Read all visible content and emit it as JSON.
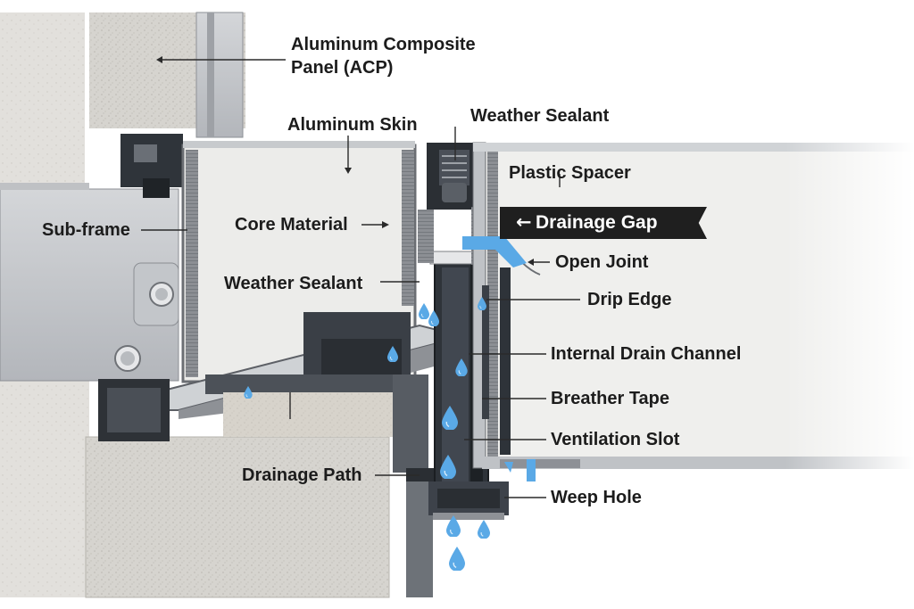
{
  "labels": {
    "acp_line1": "Aluminum Composite",
    "acp_line2": "Panel (ACP)",
    "aluminum_skin": "Aluminum Skin",
    "weather_sealant_top": "Weather Sealant",
    "plastic_spacer": "Plastic Spacer",
    "drainage_gap": "Drainage Gap",
    "sub_frame": "Sub-frame",
    "core_material": "Core Material",
    "open_joint": "Open Joint",
    "weather_sealant_left": "Weather Sealant",
    "drip_edge": "Drip Edge",
    "internal_drain_channel": "Internal Drain Channel",
    "breather_tape": "Breather Tape",
    "ventilation_slot": "Ventilation Slot",
    "drainage_path": "Drainage Path",
    "weep_hole": "Weep Hole"
  },
  "colors": {
    "label_text": "#1c1c1c",
    "banner_bg": "#1f1f1f",
    "water": "#5aa9e6",
    "concrete": "#d9d7d2",
    "aluminum": "#c9ccd0",
    "dark_metal": "#3a3f46"
  }
}
